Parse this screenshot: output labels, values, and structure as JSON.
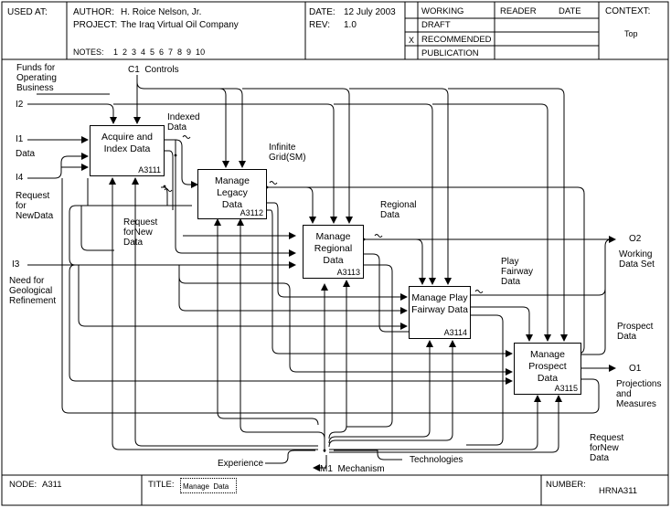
{
  "header": {
    "used_at_label": "USED AT:",
    "author_label": "AUTHOR:",
    "author": "H. Roice Nelson, Jr.",
    "project_label": "PROJECT:",
    "project": "The Iraq Virtual Oil Company",
    "notes_label": "NOTES:",
    "notes": "1  2  3  4  5  6  7  8  9  10",
    "date_label": "DATE:",
    "date": "12 July 2003",
    "rev_label": "REV:",
    "rev": "1.0",
    "status": [
      "WORKING",
      "DRAFT",
      "RECOMMENDED",
      "PUBLICATION"
    ],
    "status_mark": "X",
    "reader_label": "READER",
    "reader_date_label": "DATE",
    "context_label": "CONTEXT:",
    "context_value": "Top"
  },
  "boxes": [
    {
      "title": "Acquire and Index Data",
      "id": "A3111"
    },
    {
      "title": "Manage Legacy Data",
      "id": "A3112"
    },
    {
      "title": "Manage Regional Data",
      "id": "A3113"
    },
    {
      "title": "Manage Play Fairway Data",
      "id": "A3114"
    },
    {
      "title": "Manage Prospect Data",
      "id": "A3115"
    }
  ],
  "labels": {
    "funds": "Funds for\nOperating\nBusiness",
    "c1": "C1  Controls",
    "i2": "I2",
    "i1": "I1",
    "data": "Data",
    "i4": "I4",
    "request_new_data_left": "Request\nfor\nNewData",
    "i3": "I3",
    "need_for": "Need for\nGeological\nRefinement",
    "indexed_data": "Indexed\nData",
    "infinite_grid": "Infinite\nGrid(SM)",
    "request_new_data_mid": "Request\nforNew\nData",
    "regional_data": "Regional\nData",
    "play_fairway_data": "Play\nFairway\nData",
    "o2": "O2",
    "working_data_set": "Working\nData Set",
    "prospect_data": "Prospect\nData",
    "o1": "O1",
    "projections": "Projections\nand\nMeasures",
    "request_new_data_right": "Request\nforNew\nData",
    "experience": "Experience",
    "technologies": "Technologies",
    "m1": "M1  Mechanism"
  },
  "footer": {
    "node_label": "NODE:",
    "node": "A311",
    "title_label": "TITLE:",
    "title": "Manage  Data",
    "number_label": "NUMBER:",
    "number": "HRNA311"
  }
}
